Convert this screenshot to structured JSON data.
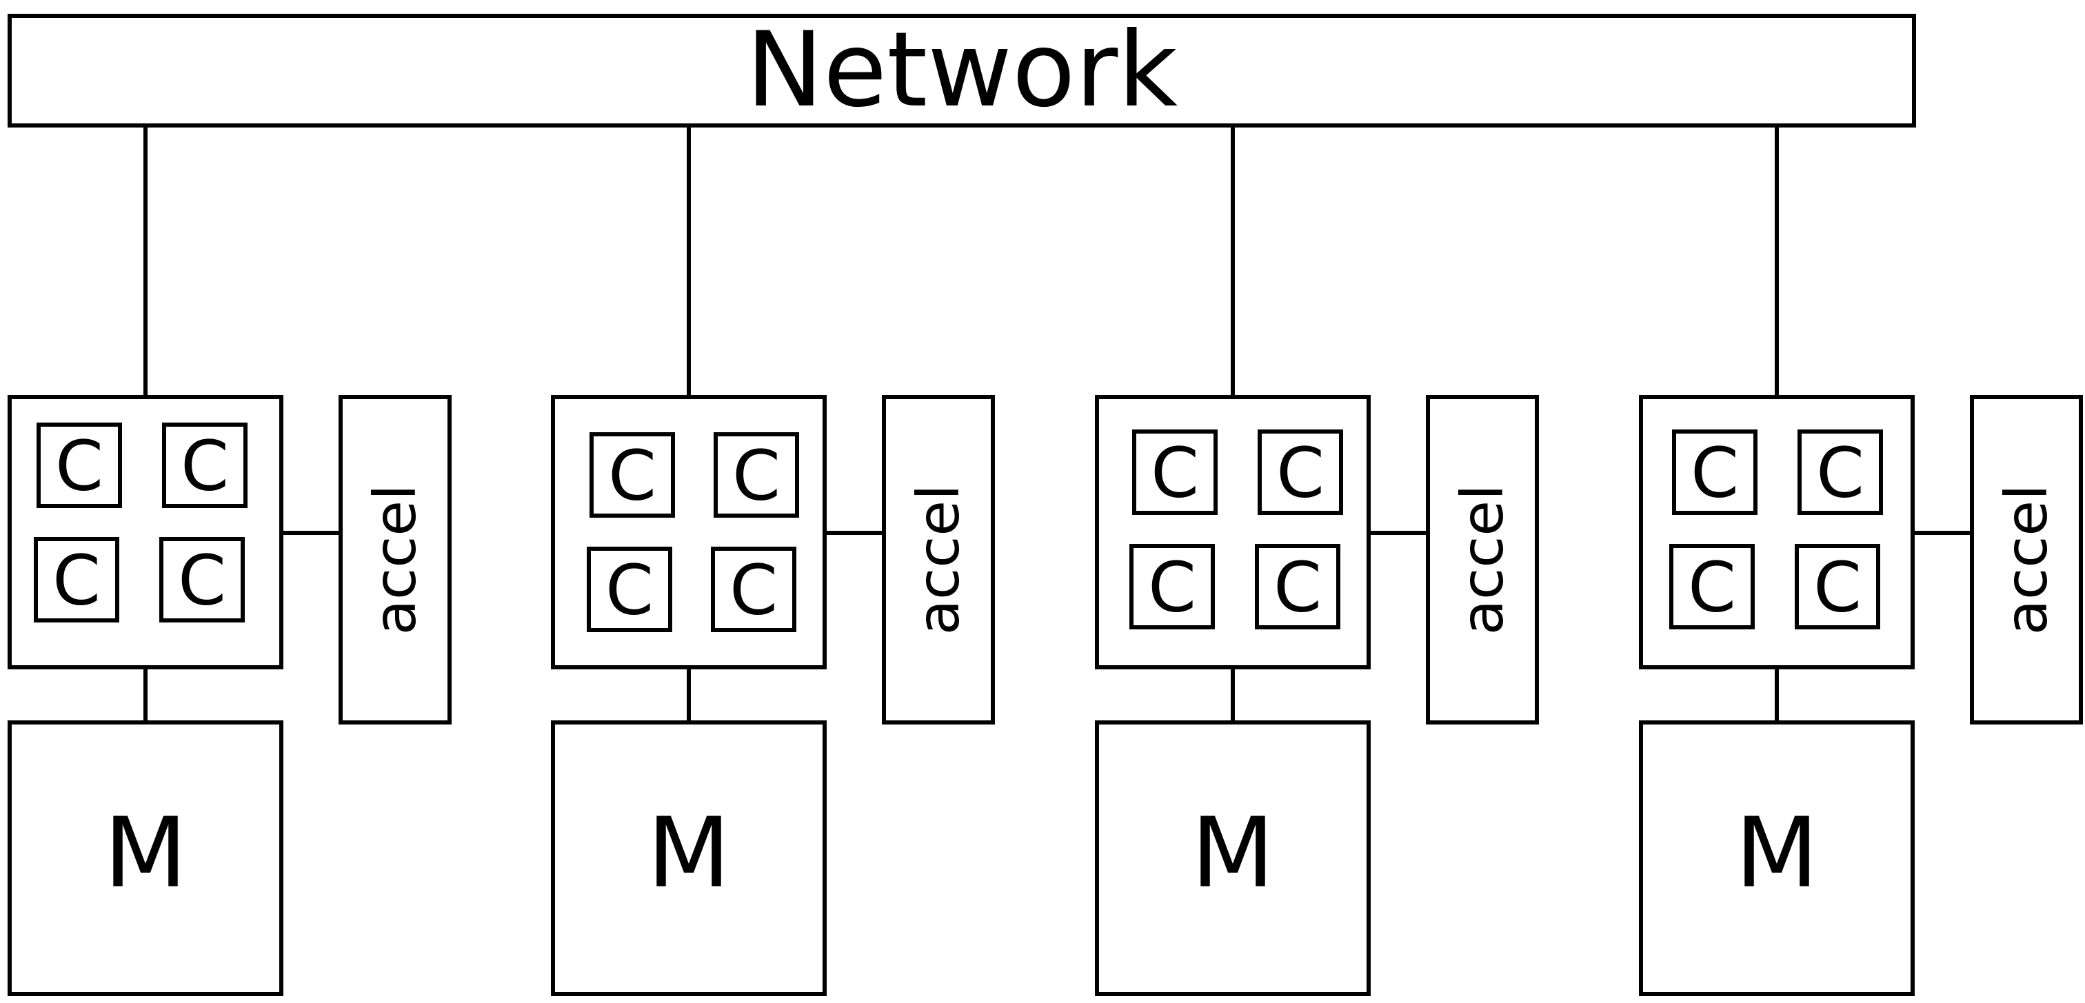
{
  "network": {
    "label": "Network"
  },
  "nodes": [
    {
      "cores": [
        "C",
        "C",
        "C",
        "C"
      ],
      "accel_label": "accel",
      "memory_label": "M"
    },
    {
      "cores": [
        "C",
        "C",
        "C",
        "C"
      ],
      "accel_label": "accel",
      "memory_label": "M"
    },
    {
      "cores": [
        "C",
        "C",
        "C",
        "C"
      ],
      "accel_label": "accel",
      "memory_label": "M"
    },
    {
      "cores": [
        "C",
        "C",
        "C",
        "C"
      ],
      "accel_label": "accel",
      "memory_label": "M"
    }
  ],
  "colors": {
    "stroke": "#000000",
    "fill": "#ffffff"
  }
}
